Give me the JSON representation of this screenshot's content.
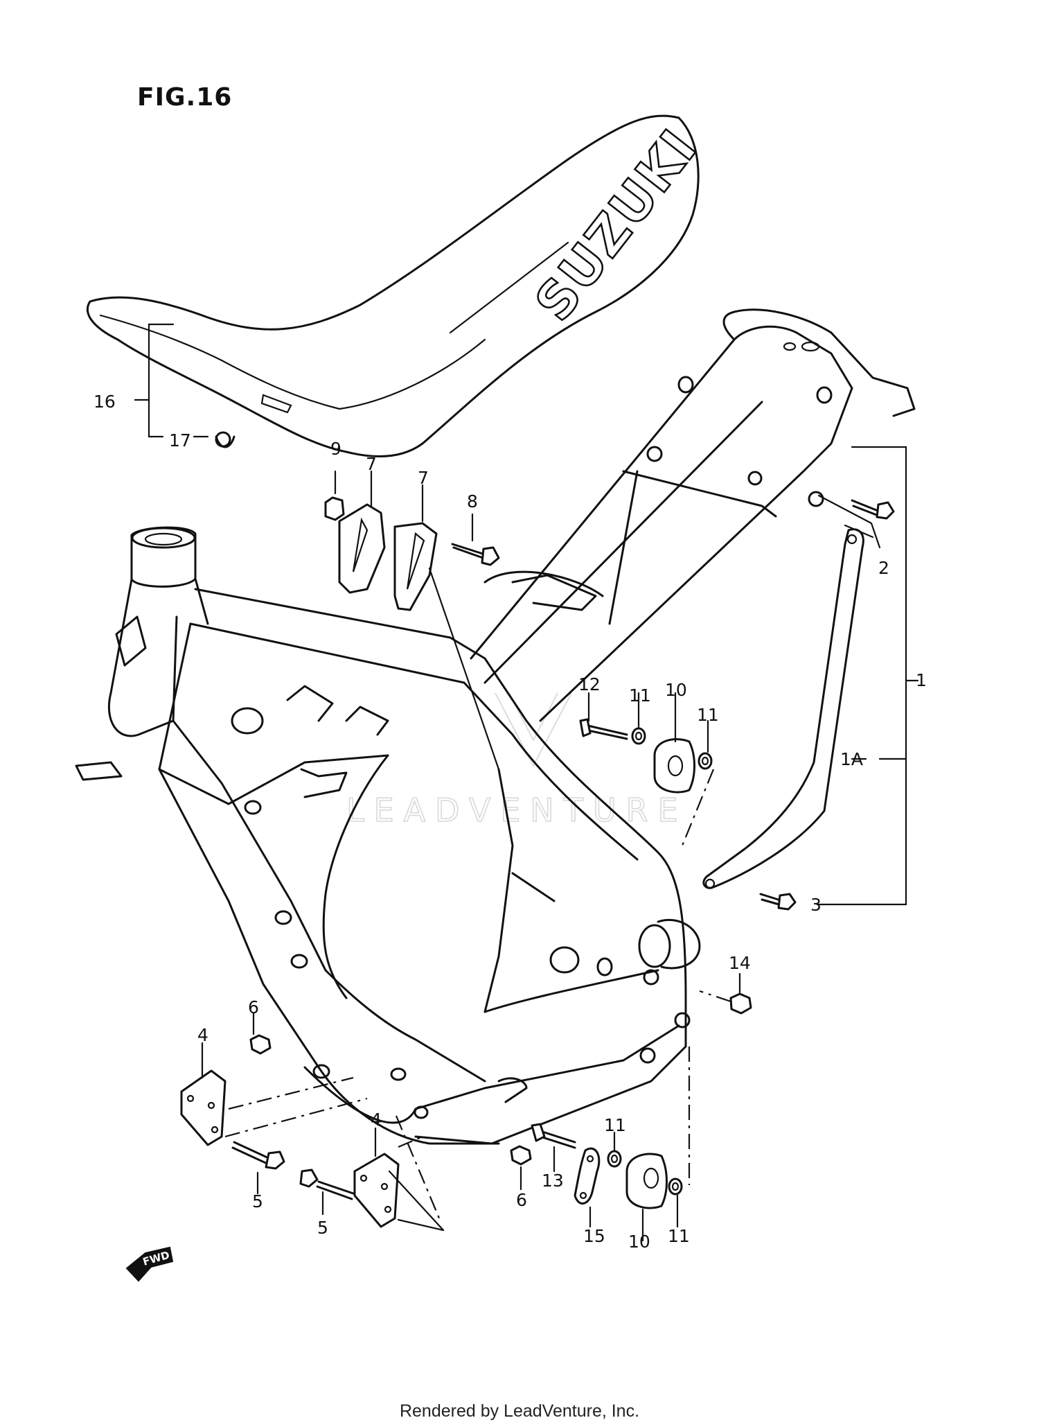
{
  "figure": {
    "title": "FIG.16"
  },
  "seat_brand": "SUZUKI",
  "watermark": "LEADVENTURE",
  "direction_badge": "FWD",
  "footer": "Rendered by LeadVenture, Inc.",
  "callouts": {
    "c16": "16",
    "c17": "17",
    "c9": "9",
    "c7a": "7",
    "c7b": "7",
    "c8": "8",
    "c1": "1",
    "c1A": "1A",
    "c2": "2",
    "c3": "3",
    "c12": "12",
    "c11a": "11",
    "c10a": "10",
    "c11b": "11",
    "c14": "14",
    "c6a": "6",
    "c4a": "4",
    "c4b": "4",
    "c5a": "5",
    "c5b": "5",
    "c6b": "6",
    "c13": "13",
    "c15": "15",
    "c11c": "11",
    "c10b": "10",
    "c11d": "11"
  }
}
